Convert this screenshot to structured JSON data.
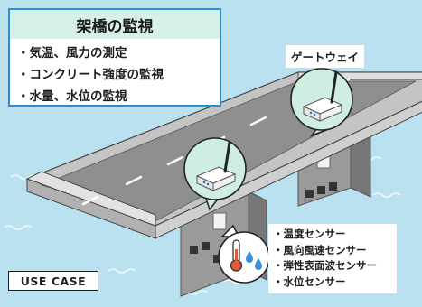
{
  "title_box": {
    "heading": "架橋の監視",
    "items": [
      "・気温、風力の測定",
      "・コンクリート強度の監視",
      "・水量、水位の監視"
    ]
  },
  "gateway_label": "ゲートウェイ",
  "sensor_list": [
    "・温度センサー",
    "・風向風速センサー",
    "・弾性表面波センサー",
    "・水位センサー"
  ],
  "usecase_label": "USE CASE",
  "colors": {
    "background": "#b9e1ef",
    "accent_border": "#2a8fd0",
    "title_bar": "#d6efe8",
    "callout_circle": "#cdeee1",
    "bridge_road": "#8f8f8f",
    "bridge_wall": "#d9d9d9"
  },
  "icons": [
    "router-icon",
    "antenna-icon",
    "thermometer-icon",
    "water-drop-icon",
    "sensor-box-icon"
  ]
}
